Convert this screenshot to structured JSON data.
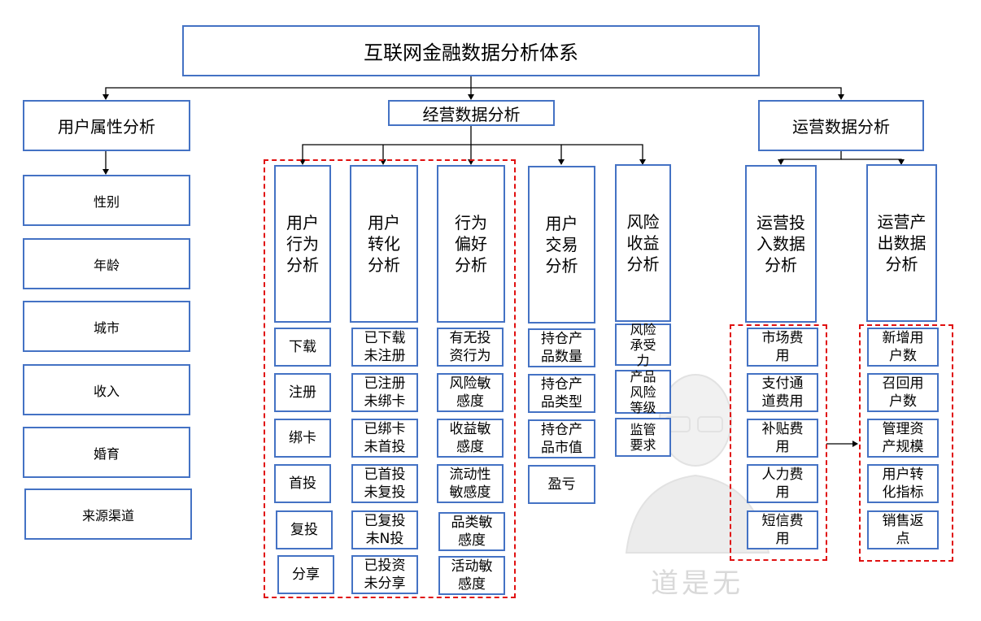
{
  "title": "互联网金融数据分析体系",
  "user_attr": {
    "title": "用户属性分析",
    "items": [
      "性别",
      "年龄",
      "城市",
      "收入",
      "婚育",
      "来源渠道"
    ]
  },
  "business": {
    "title": "经营数据分析",
    "columns": [
      {
        "title": "用户\n行为\n分析",
        "items": [
          "下载",
          "注册",
          "绑卡",
          "首投",
          "复投",
          "分享"
        ]
      },
      {
        "title": "用户\n转化\n分析",
        "items": [
          "已下载\n未注册",
          "已注册\n未绑卡",
          "已绑卡\n未首投",
          "已首投\n未复投",
          "已复投\n未N投",
          "已投资\n未分享"
        ]
      },
      {
        "title": "行为\n偏好\n分析",
        "items": [
          "有无投\n资行为",
          "风险敏\n感度",
          "收益敏\n感度",
          "流动性\n敏感度",
          "品类敏\n感度",
          "活动敏\n感度"
        ]
      },
      {
        "title": "用户\n交易\n分析",
        "items": [
          "持仓产\n品数量",
          "持仓产\n品类型",
          "持仓产\n品市值",
          "盈亏"
        ]
      },
      {
        "title": "风险\n收益\n分析",
        "items": [
          "风险\n承受\n力",
          "产品\n风险\n等级",
          "监管\n要求"
        ]
      }
    ]
  },
  "operation": {
    "title": "运营数据分析",
    "columns": [
      {
        "title": "运营投\n入数据\n分析",
        "items": [
          "市场费\n用",
          "支付通\n道费用",
          "补贴费\n用",
          "人力费\n用",
          "短信费\n用"
        ]
      },
      {
        "title": "运营产\n出数据\n分析",
        "items": [
          "新增用\n户数",
          "召回用\n户数",
          "管理资\n产规模",
          "用户转\n化指标",
          "销售返\n点"
        ]
      }
    ]
  },
  "watermark": {
    "text": "道是无"
  },
  "colors": {
    "box_border": "#4472c4",
    "dashed": "#e01010",
    "connector": "#000000"
  }
}
